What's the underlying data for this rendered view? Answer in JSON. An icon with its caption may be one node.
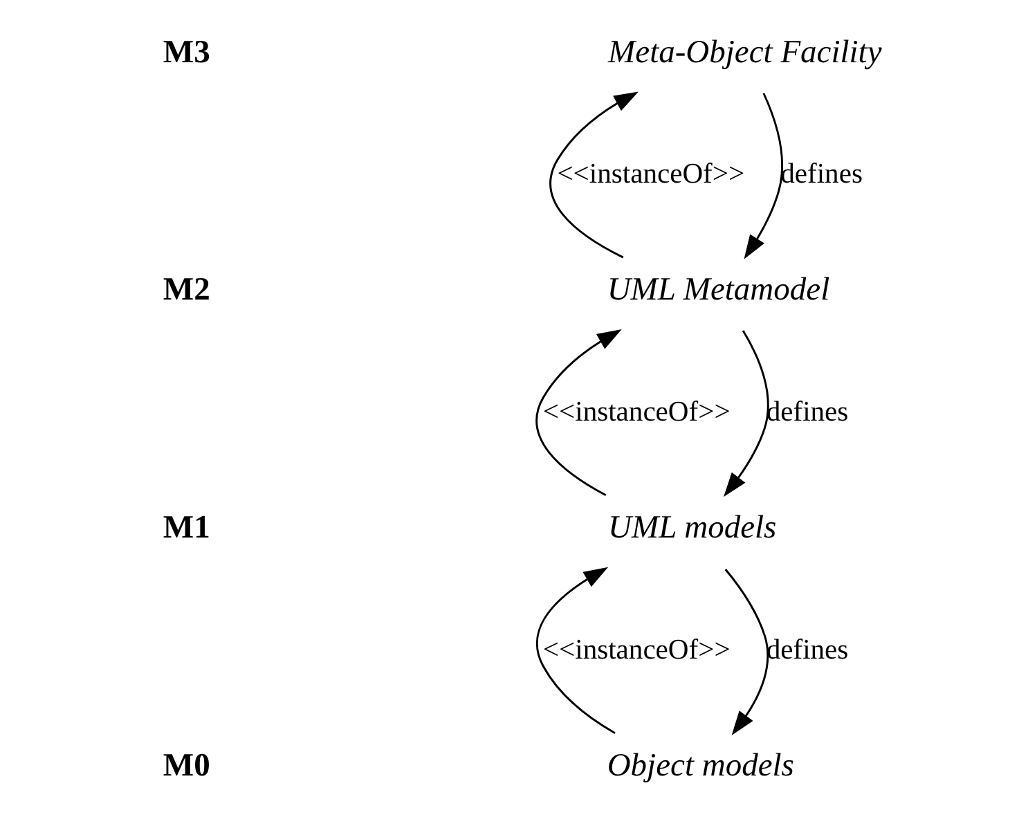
{
  "diagram": {
    "nodes": [
      {
        "text": [
          "Meta-Object Facility"
        ]
      },
      {
        "text": [
          "UML Metamodel"
        ]
      },
      {
        "text": [
          "UML models"
        ]
      },
      {
        "text": [
          "Object models"
        ]
      }
    ],
    "edges": [
      {
        "from": 1,
        "to": 0,
        "arrow": "to",
        "label": "<<instanceOf>>"
      },
      {
        "from": 0,
        "to": 1,
        "arrow": "to",
        "label": "defines"
      },
      {
        "from": 2,
        "to": 1,
        "arrow": "to",
        "label": "<<instanceOf>>"
      },
      {
        "from": 1,
        "to": 2,
        "arrow": "to",
        "label": "defines"
      },
      {
        "from": 3,
        "to": 2,
        "arrow": "to",
        "label": "<<instanceOf>>"
      },
      {
        "from": 2,
        "to": 3,
        "arrow": "to",
        "label": "defines"
      }
    ],
    "labels": [
      "M3",
      "M2",
      "M1",
      "M0"
    ]
  }
}
